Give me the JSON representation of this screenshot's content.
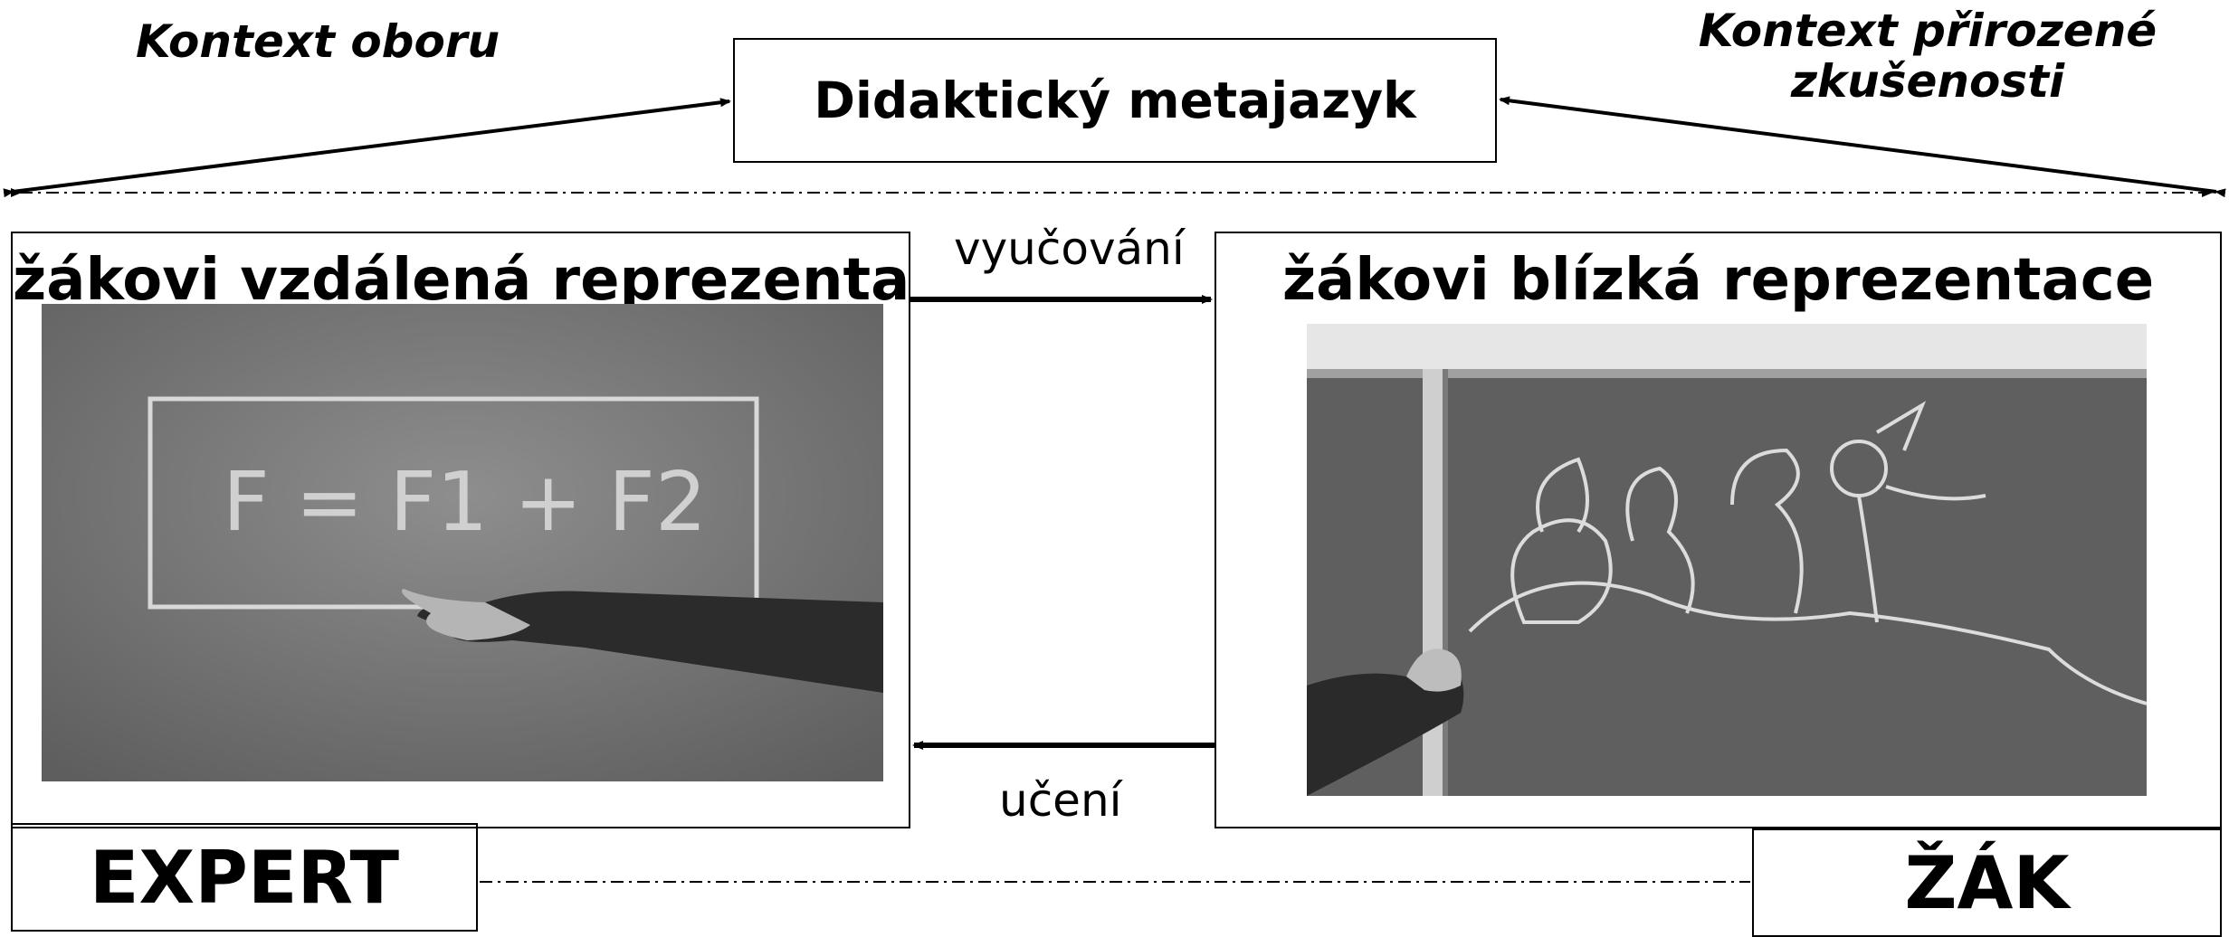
{
  "context_left": "Kontext oboru",
  "context_right_line1": "Kontext přirozené",
  "context_right_line2": "zkušenosti",
  "metalanguage": "Didaktický metajazyk",
  "left_panel": {
    "title": "žákovi vzdálená reprezentace",
    "photo_text": "F = F1 + F2"
  },
  "right_panel": {
    "title": "žákovi blízká reprezentace"
  },
  "arrow_teaching": "vyučování",
  "arrow_learning": "učení",
  "role_left": "EXPERT",
  "role_right": "ŽÁK"
}
